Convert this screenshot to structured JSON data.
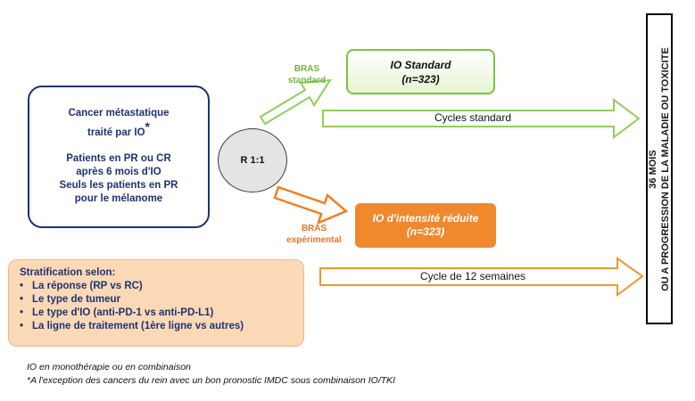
{
  "patient_box": {
    "line1": "Cancer métastatique",
    "line2": "traité par IO",
    "line2_mark": "*",
    "line3": "Patients en PR ou CR",
    "line4": "après 6 mois d'IO",
    "line5": "Seuls les patients en PR",
    "line6": "pour le mélanome"
  },
  "randomization": {
    "label": "R 1:1"
  },
  "arm_standard": {
    "tag_line1": "BRAS",
    "tag_line2": "standard",
    "box_line1": "IO Standard",
    "box_line2": "(n=323)",
    "arrow_label": "Cycles standard"
  },
  "arm_experimental": {
    "tag_line1": "BRAS",
    "tag_line2": "expérimental",
    "box_line1": "IO d'intensité réduite",
    "box_line2": "(n=323)",
    "arrow_label": "Cycle de 12 semaines"
  },
  "stratification": {
    "title": "Stratification selon:",
    "items": [
      "La réponse (RP vs RC)",
      "Le type de tumeur",
      "Le type d'IO (anti-PD-1 vs anti-PD-L1)",
      "La ligne de traitement (1ère ligne vs autres)"
    ]
  },
  "endpoint": {
    "line1": "36 MOIS",
    "line2": "OU A PROGRESSION DE LA MALADIE OU TOXICITE"
  },
  "footnotes": {
    "line1": "IO en monothérapie ou en combinaison",
    "line2": "*A l'exception des cancers du rein avec un bon pronostic IMDC sous combinaison IO/TKI"
  },
  "colors": {
    "navy": "#1f3270",
    "green": "#7dc242",
    "orange": "#f0882d",
    "strat_fill": "#fbd9b7"
  }
}
